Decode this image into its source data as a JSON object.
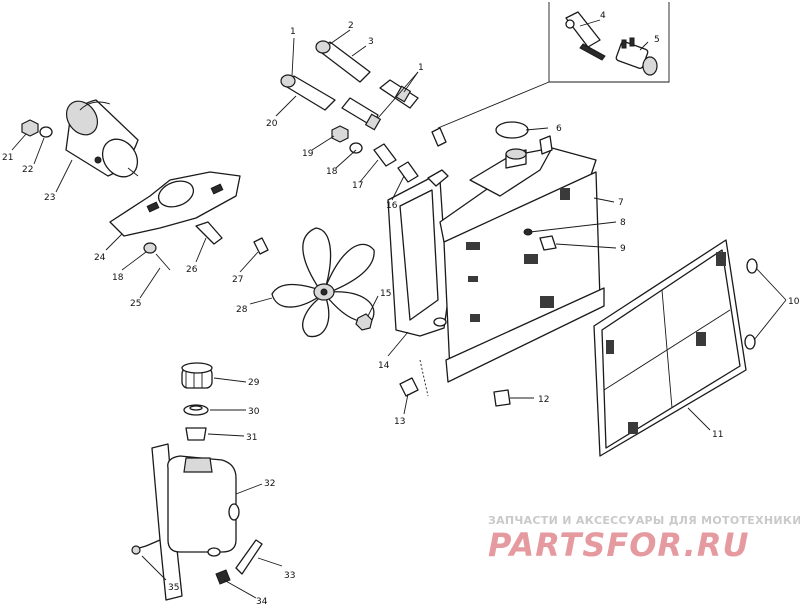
{
  "callouts": [
    {
      "id": "1a",
      "text": "1"
    },
    {
      "id": "1b",
      "text": "1"
    },
    {
      "id": "2",
      "text": "2"
    },
    {
      "id": "3",
      "text": "3"
    },
    {
      "id": "4",
      "text": "4"
    },
    {
      "id": "5",
      "text": "5"
    },
    {
      "id": "6",
      "text": "6"
    },
    {
      "id": "7",
      "text": "7"
    },
    {
      "id": "8",
      "text": "8"
    },
    {
      "id": "9",
      "text": "9"
    },
    {
      "id": "10",
      "text": "10"
    },
    {
      "id": "11",
      "text": "11"
    },
    {
      "id": "12",
      "text": "12"
    },
    {
      "id": "13",
      "text": "13"
    },
    {
      "id": "14",
      "text": "14"
    },
    {
      "id": "15",
      "text": "15"
    },
    {
      "id": "16",
      "text": "16"
    },
    {
      "id": "17",
      "text": "17"
    },
    {
      "id": "18a",
      "text": "18"
    },
    {
      "id": "18b",
      "text": "18"
    },
    {
      "id": "19",
      "text": "19"
    },
    {
      "id": "20",
      "text": "20"
    },
    {
      "id": "21",
      "text": "21"
    },
    {
      "id": "22",
      "text": "22"
    },
    {
      "id": "23",
      "text": "23"
    },
    {
      "id": "24",
      "text": "24"
    },
    {
      "id": "25",
      "text": "25"
    },
    {
      "id": "26",
      "text": "26"
    },
    {
      "id": "27",
      "text": "27"
    },
    {
      "id": "28",
      "text": "28"
    },
    {
      "id": "29",
      "text": "29"
    },
    {
      "id": "30",
      "text": "30"
    },
    {
      "id": "31",
      "text": "31"
    },
    {
      "id": "32",
      "text": "32"
    },
    {
      "id": "33",
      "text": "33"
    },
    {
      "id": "34",
      "text": "34"
    },
    {
      "id": "35",
      "text": "35"
    }
  ],
  "watermark": {
    "tagline": "ЗАПЧАСТИ И АКСЕССУАРЫ ДЛЯ МОТОТЕХНИКИ",
    "brand": "PARTSFOR.RU"
  }
}
